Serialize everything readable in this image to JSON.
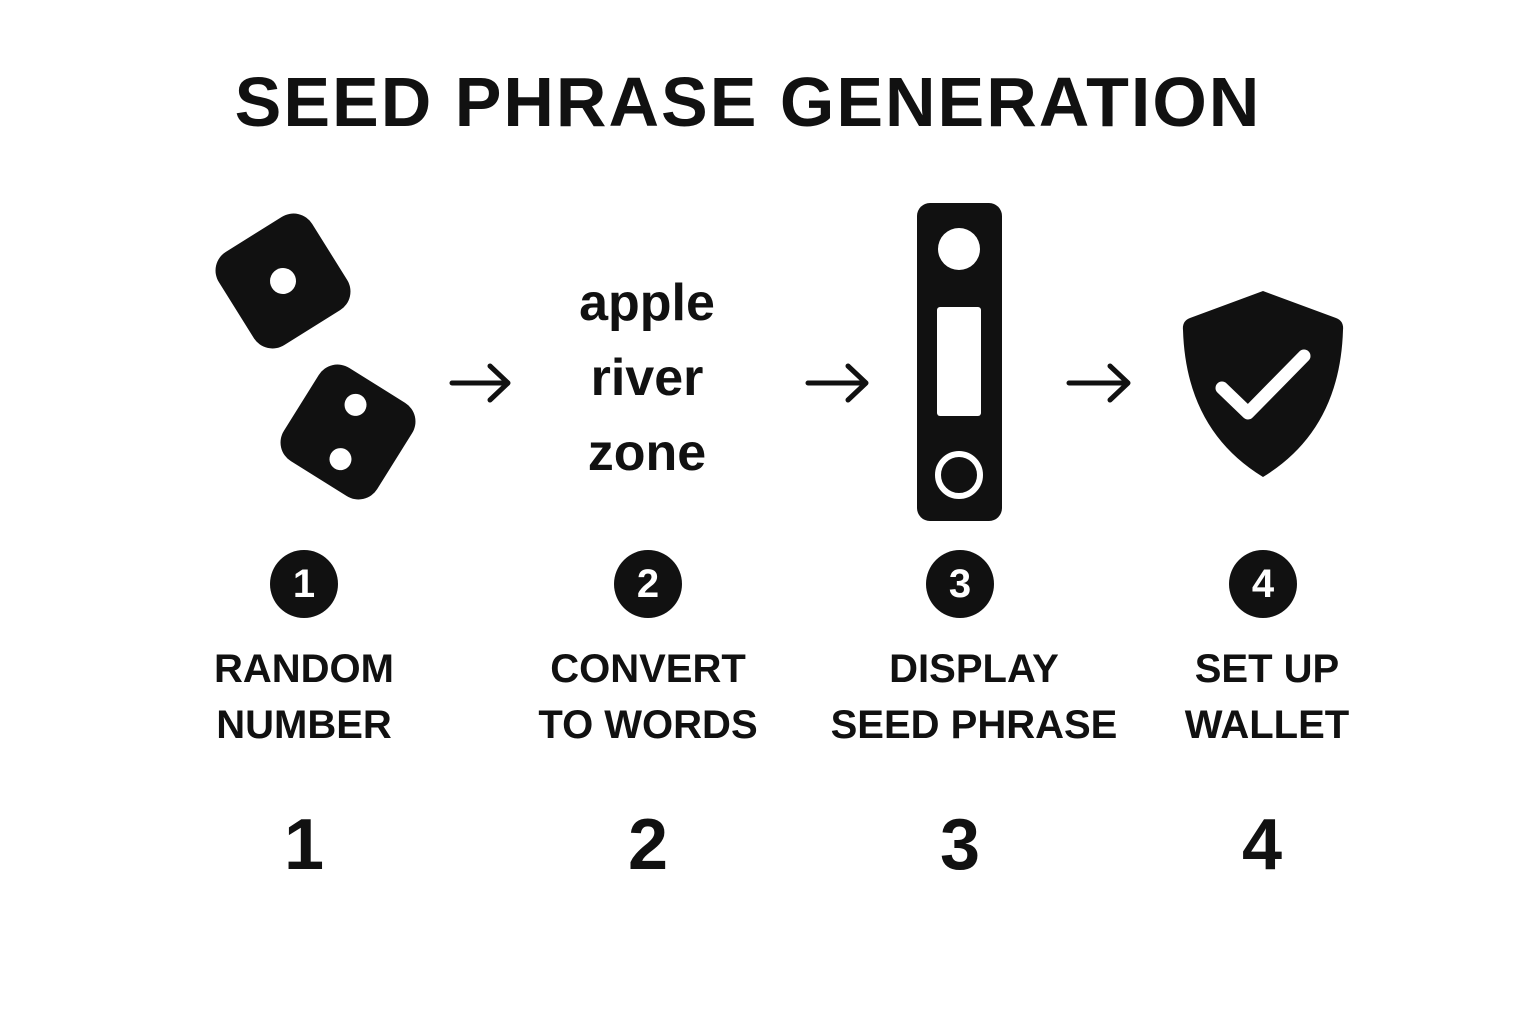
{
  "title": "SEED PHRASE GENERATION",
  "words": [
    "apple",
    "river",
    "zone"
  ],
  "steps": [
    {
      "number": "1",
      "label_line1": "RANDOM",
      "label_line2": "NUMBER",
      "footer": "1",
      "icon": "dice-icon"
    },
    {
      "number": "2",
      "label_line1": "CONVERT",
      "label_line2": "TO WORDS",
      "footer": "2",
      "icon": "word-list"
    },
    {
      "number": "3",
      "label_line1": "DISPLAY",
      "label_line2": "SEED PHRASE",
      "footer": "3",
      "icon": "hardware-wallet-icon"
    },
    {
      "number": "4",
      "label_line1": "SET UP",
      "label_line2": "WALLET",
      "footer": "4",
      "icon": "shield-check-icon"
    }
  ],
  "colors": {
    "ink": "#111111",
    "background": "#ffffff"
  }
}
